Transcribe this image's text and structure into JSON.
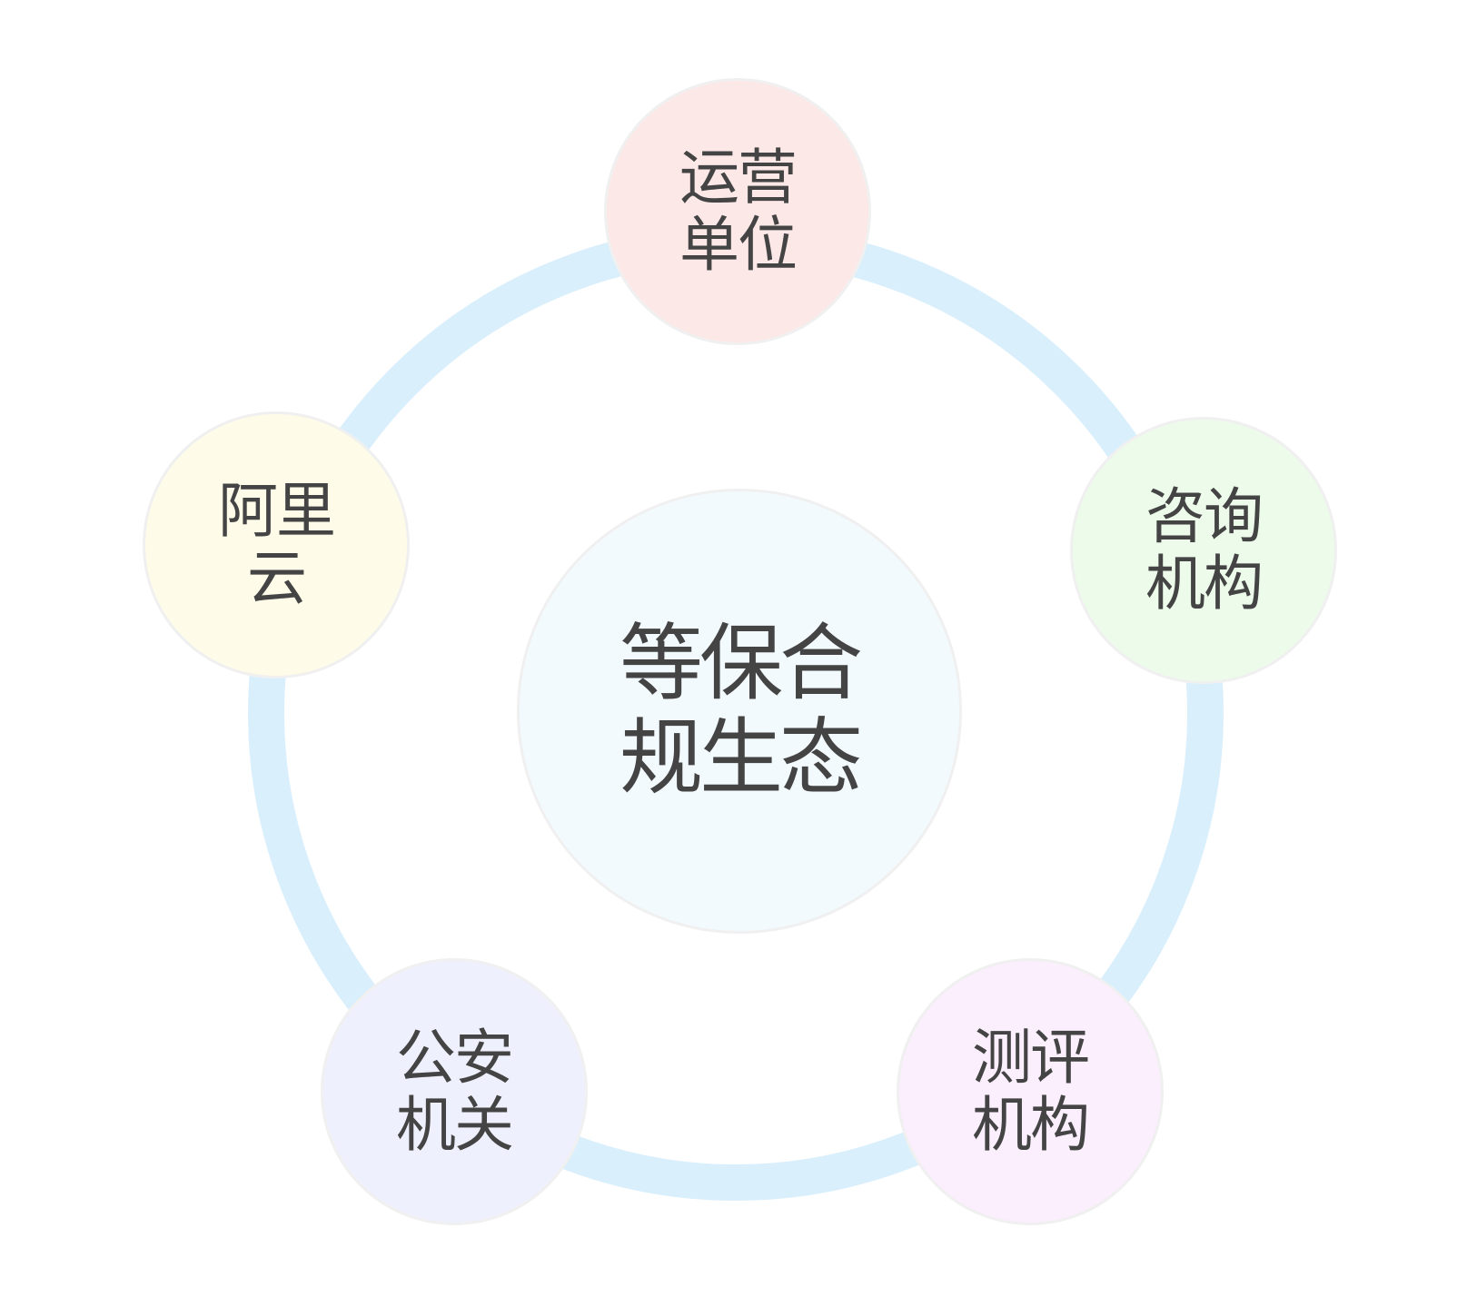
{
  "diagram": {
    "center": {
      "label": "等保合\n规生态",
      "fill": "#f3fafe"
    },
    "nodes": [
      {
        "key": "top",
        "label": "运营\n单位",
        "fill": "#fde8e8"
      },
      {
        "key": "right",
        "label": "咨询\n机构",
        "fill": "#ecfbea"
      },
      {
        "key": "bottom_right",
        "label": "测评\n机构",
        "fill": "#fbeefd"
      },
      {
        "key": "bottom_left",
        "label": "公安\n机关",
        "fill": "#eff0fd"
      },
      {
        "key": "left",
        "label": "阿里\n云",
        "fill": "#fefbe8"
      }
    ],
    "ring_color": "#daeffc",
    "node_border_color": "#f0f0f0",
    "text_color": "#444444"
  }
}
